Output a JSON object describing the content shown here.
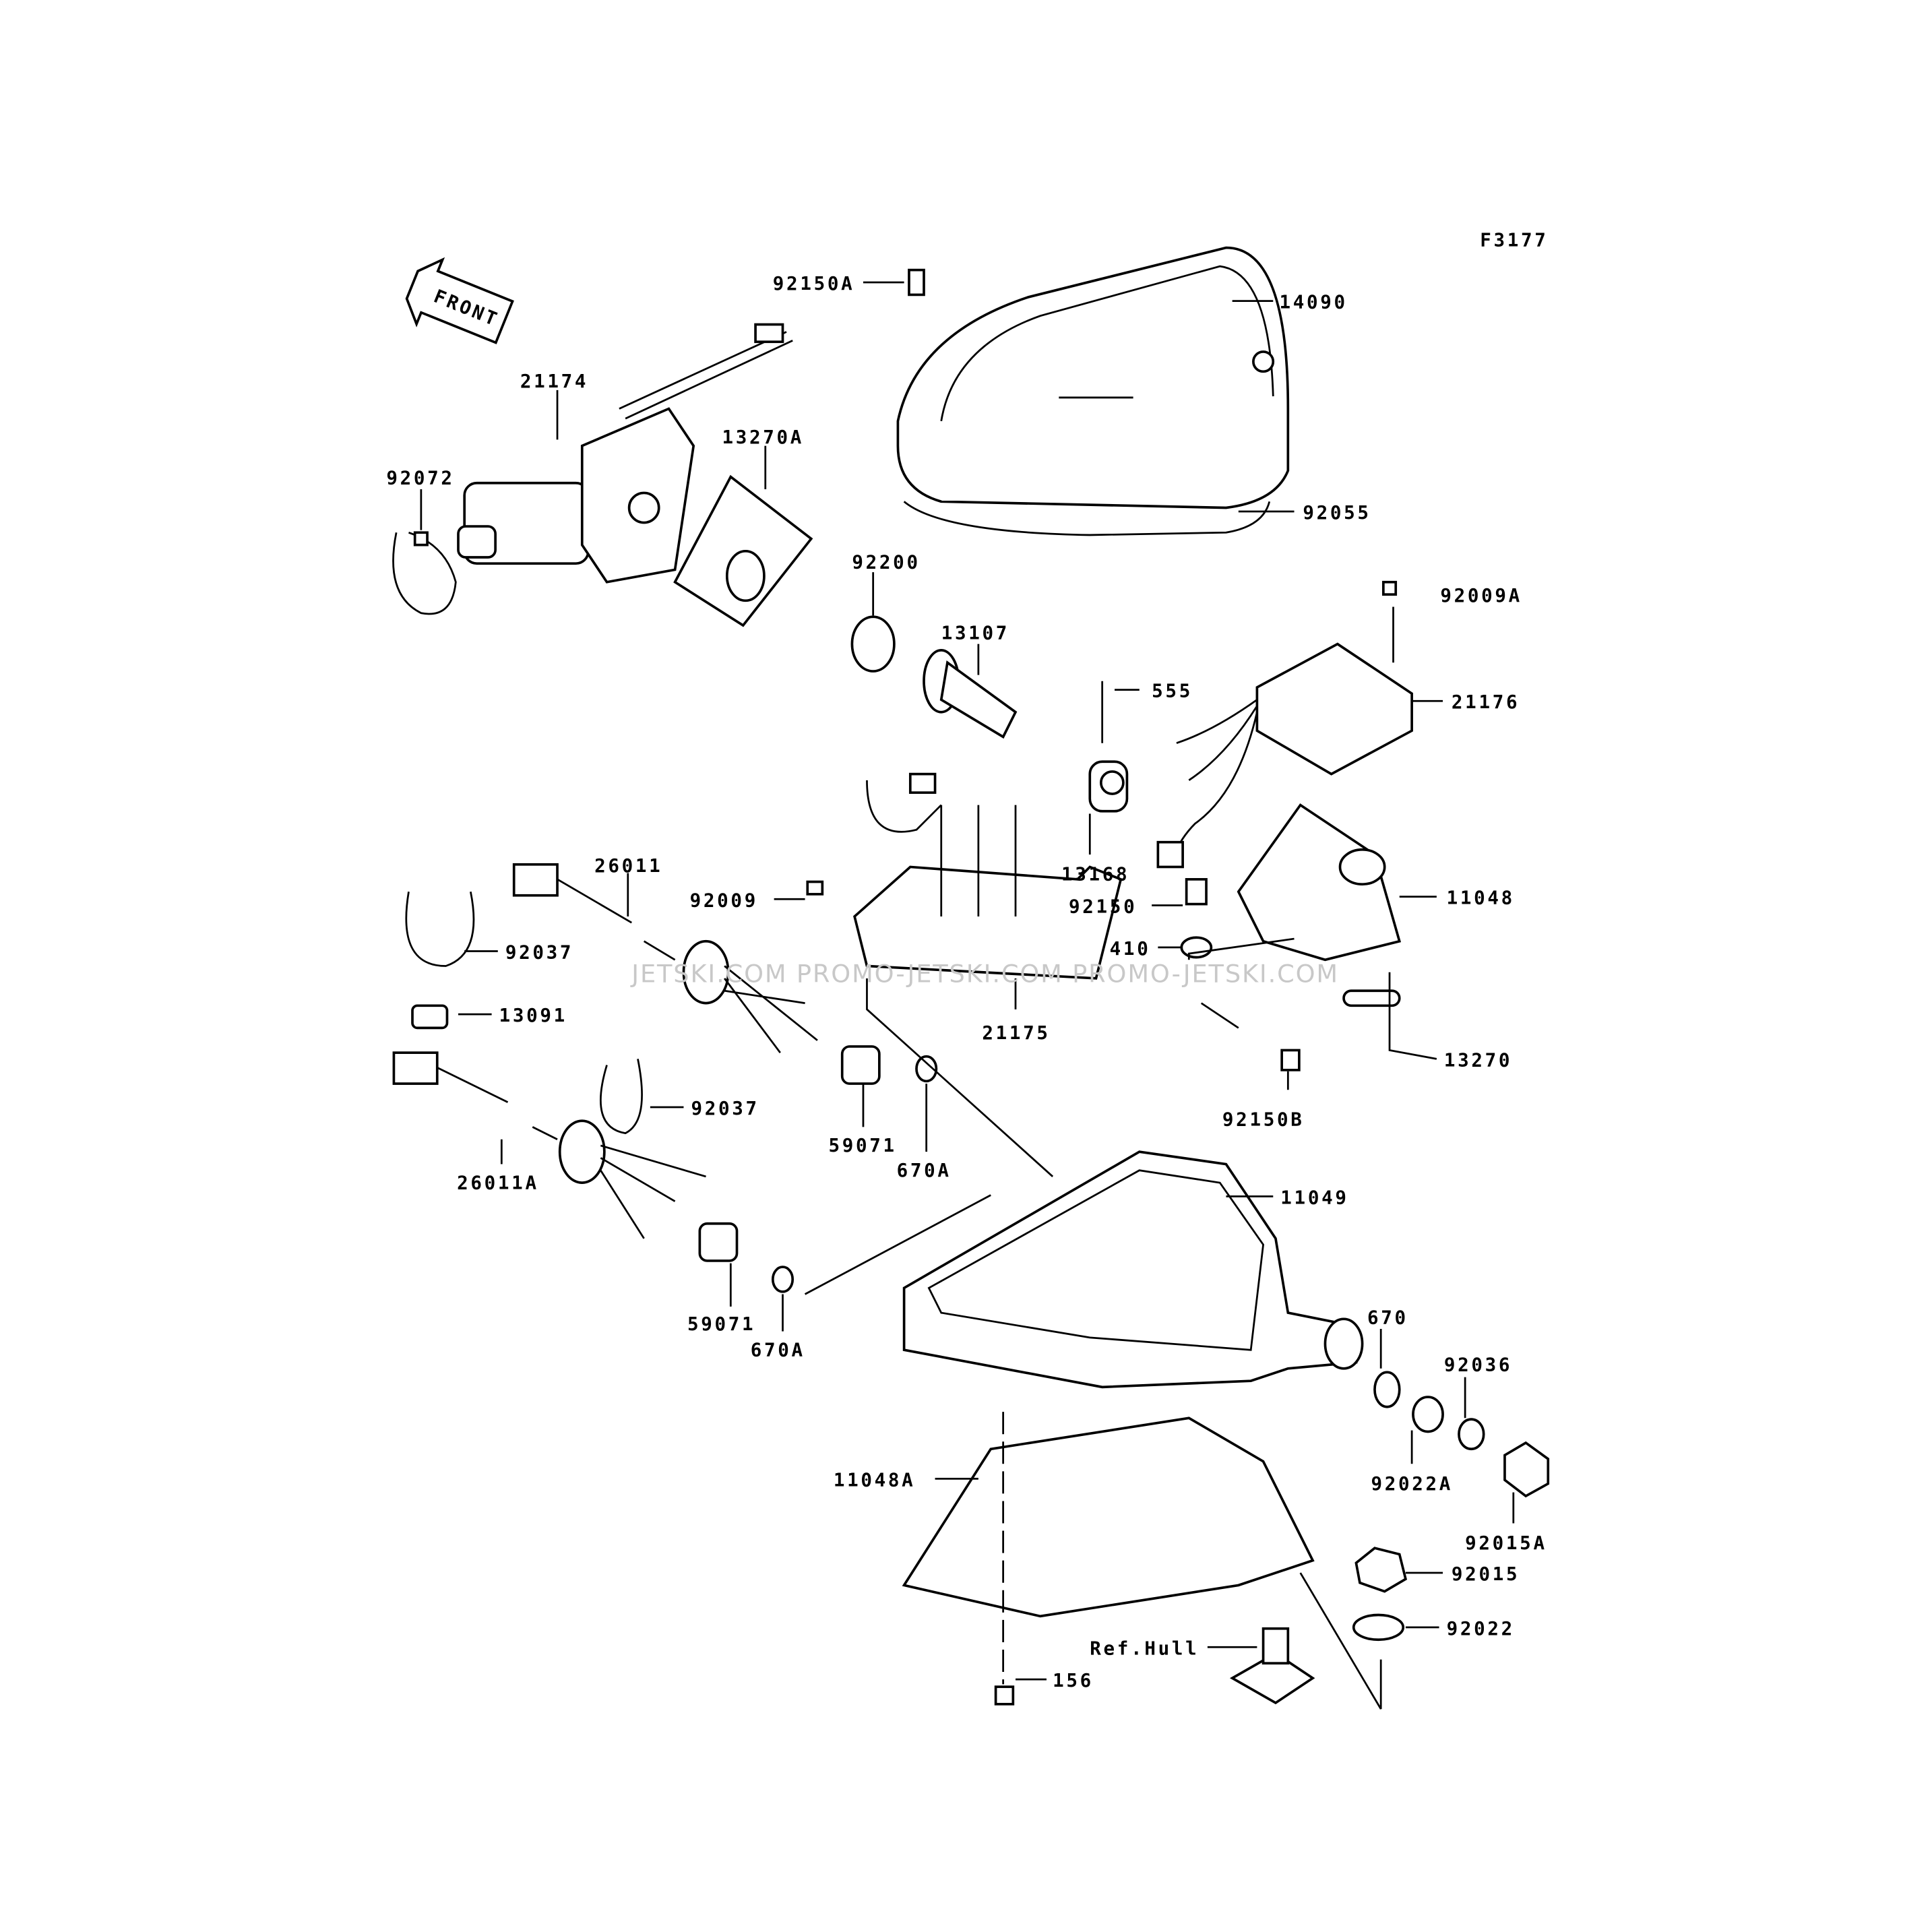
{
  "figure_code": "F3177",
  "front_label": "FRONT",
  "watermark": "JETSKI.COM  PROMO-JETSKI.COM  PROMO-JETSKI.COM",
  "labels": {
    "l92150A": "92150A",
    "l14090": "14090",
    "l21174": "21174",
    "l13270A": "13270A",
    "l92072": "92072",
    "l92055": "92055",
    "l92200": "92200",
    "l92009A": "92009A",
    "l13107": "13107",
    "l555": "555",
    "l21176": "21176",
    "l13168": "13168",
    "l26011": "26011",
    "l92009": "92009",
    "l92150": "92150",
    "l11048": "11048",
    "l410": "410",
    "l92037a": "92037",
    "l13091": "13091",
    "l21175": "21175",
    "l13270": "13270",
    "l92037b": "92037",
    "l92150B": "92150B",
    "l59071a": "59071",
    "l670Aa": "670A",
    "l11049": "11049",
    "l26011A": "26011A",
    "l670": "670",
    "l59071b": "59071",
    "l670Ab": "670A",
    "l92036": "92036",
    "l92022A": "92022A",
    "l11048A": "11048A",
    "l92015A": "92015A",
    "l92015": "92015",
    "l92022": "92022",
    "lRefHull": "Ref.Hull",
    "l156": "156"
  }
}
